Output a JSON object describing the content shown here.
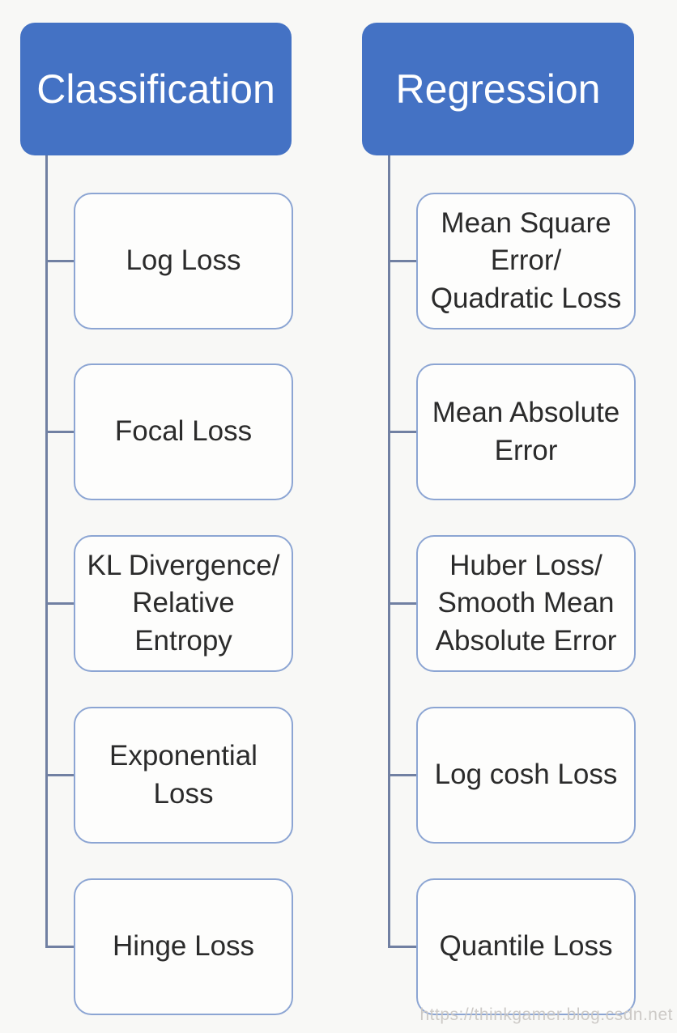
{
  "columns": [
    {
      "header": "Classification",
      "children": [
        {
          "label": "Log Loss"
        },
        {
          "label": "Focal Loss"
        },
        {
          "label": "KL Divergence/\nRelative\nEntropy"
        },
        {
          "label": "Exponential\nLoss"
        },
        {
          "label": "Hinge Loss"
        }
      ]
    },
    {
      "header": "Regression",
      "children": [
        {
          "label": "Mean Square\nError/\nQuadratic Loss"
        },
        {
          "label": "Mean Absolute\nError"
        },
        {
          "label": "Huber Loss/\nSmooth Mean\nAbsolute Error"
        },
        {
          "label": "Log cosh Loss"
        },
        {
          "label": "Quantile Loss"
        }
      ]
    }
  ],
  "watermark": "https://thinkgamer.blog.csdn.net",
  "colors": {
    "header_fill": "#4472C4",
    "header_text": "#FFFFFF",
    "child_fill": "#FDFDFC",
    "child_border": "#8CA5D3",
    "connector": "#7180A2",
    "child_text": "#2B2B2B",
    "background": "#F8F8F6",
    "watermark_text": "#CBC8C5"
  }
}
